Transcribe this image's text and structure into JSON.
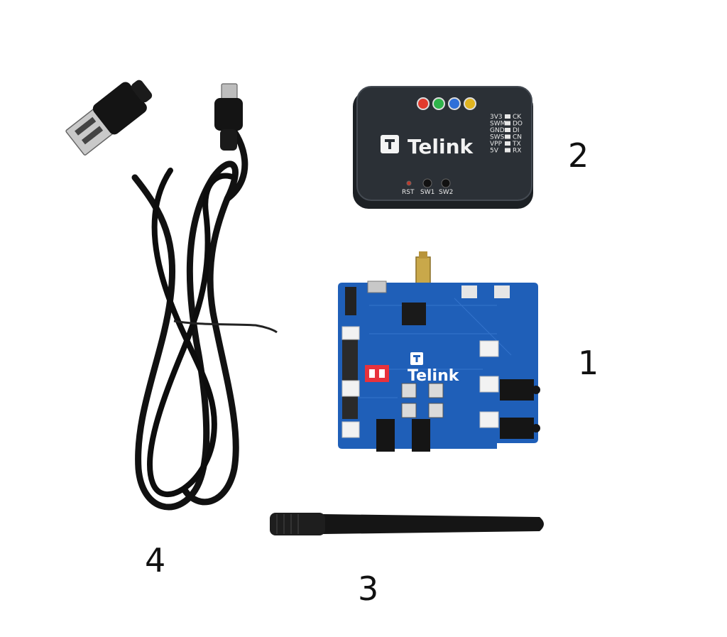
{
  "items": [
    {
      "number": "1",
      "name": "development-board"
    },
    {
      "number": "2",
      "name": "burning-key"
    },
    {
      "number": "3",
      "name": "antenna"
    },
    {
      "number": "4",
      "name": "usb-cable"
    }
  ],
  "burner": {
    "brand": "Telink",
    "pins_left": [
      "3V3",
      "SWM",
      "GND",
      "SWS",
      "VPP",
      "5V"
    ],
    "pins_right": [
      "CK",
      "DO",
      "DI",
      "CN",
      "TX",
      "RX"
    ],
    "buttons": [
      "RST",
      "SW1",
      "SW2"
    ],
    "led_colors": [
      "#e23b2e",
      "#2fb34a",
      "#2f6fd8",
      "#e0b420"
    ],
    "body_color": "#2b3036"
  },
  "board": {
    "brand": "Telink",
    "pcb_color": "#1f5fb8",
    "dip_color": "#e8323c"
  },
  "colors": {
    "cable": "#101010",
    "antenna": "#151515"
  }
}
